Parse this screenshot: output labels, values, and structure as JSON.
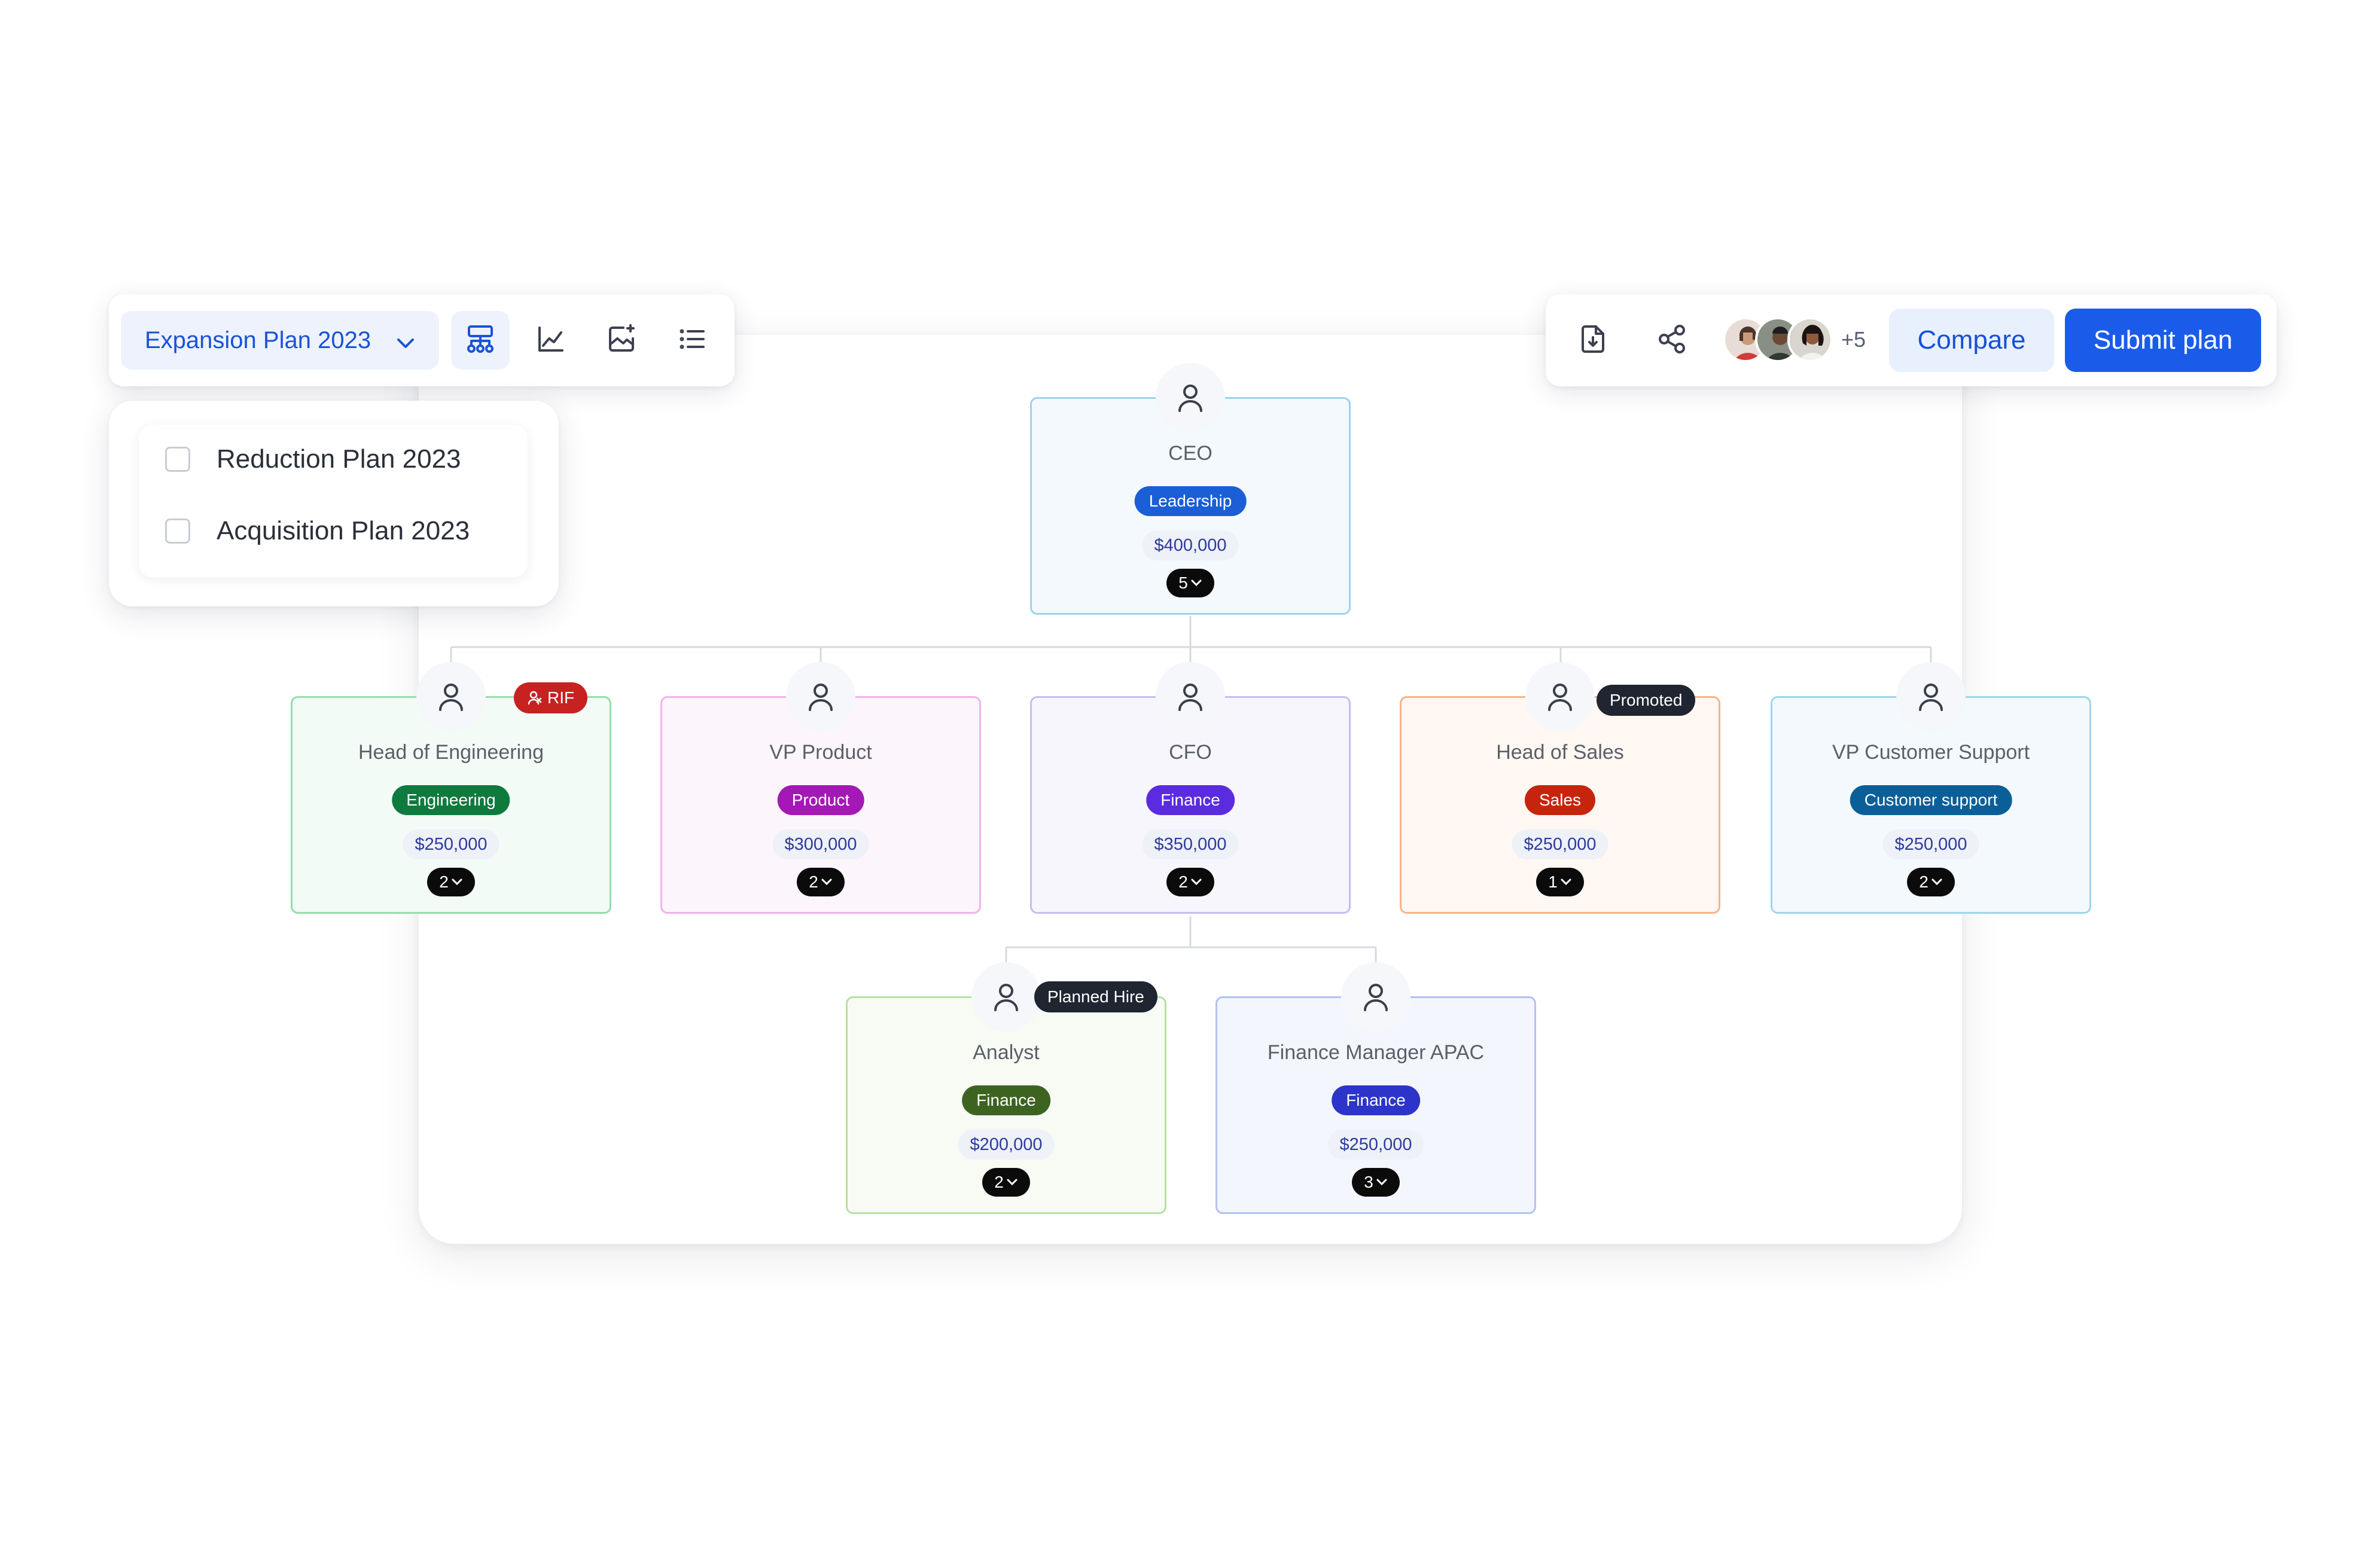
{
  "toolbar": {
    "plan_selector": {
      "label": "Expansion Plan 2023",
      "icon": "chevron-down-icon"
    },
    "views": [
      {
        "icon": "org-chart-icon",
        "active": true
      },
      {
        "icon": "line-chart-icon",
        "active": false
      },
      {
        "icon": "image-sparkle-icon",
        "active": false
      },
      {
        "icon": "list-icon",
        "active": false
      }
    ]
  },
  "actions": {
    "download_icon": "download-file-icon",
    "share_icon": "share-icon",
    "collaborators_extra": "+5",
    "compare_label": "Compare",
    "submit_label": "Submit plan"
  },
  "dropdown": {
    "items": [
      {
        "label": "Reduction Plan 2023",
        "checked": false
      },
      {
        "label": "Acquisition Plan 2023",
        "checked": false
      }
    ]
  },
  "colors": {
    "accent": "#1a5ce9",
    "leadership": "#1b5ed6",
    "engineering": "#0f7a3e",
    "product": "#a418b5",
    "finance_cfo": "#5b2be0",
    "sales": "#c7240e",
    "customer_support": "#0b5f99",
    "finance_analyst": "#3d6321",
    "finance_apac": "#2c34c9"
  },
  "org": {
    "ceo": {
      "title": "CEO",
      "department": "Leadership",
      "salary": "$400,000",
      "reports": "5"
    },
    "level1": [
      {
        "title": "Head of Engineering",
        "department": "Engineering",
        "salary": "$250,000",
        "reports": "2",
        "badge": "RIF"
      },
      {
        "title": "VP Product",
        "department": "Product",
        "salary": "$300,000",
        "reports": "2"
      },
      {
        "title": "CFO",
        "department": "Finance",
        "salary": "$350,000",
        "reports": "2"
      },
      {
        "title": "Head of Sales",
        "department": "Sales",
        "salary": "$250,000",
        "reports": "1",
        "badge": "Promoted"
      },
      {
        "title": "VP Customer Support",
        "department": "Customer support",
        "salary": "$250,000",
        "reports": "2"
      }
    ],
    "level2": [
      {
        "title": "Analyst",
        "department": "Finance",
        "salary": "$200,000",
        "reports": "2",
        "badge": "Planned Hire"
      },
      {
        "title": "Finance Manager APAC",
        "department": "Finance",
        "salary": "$250,000",
        "reports": "3"
      }
    ]
  }
}
